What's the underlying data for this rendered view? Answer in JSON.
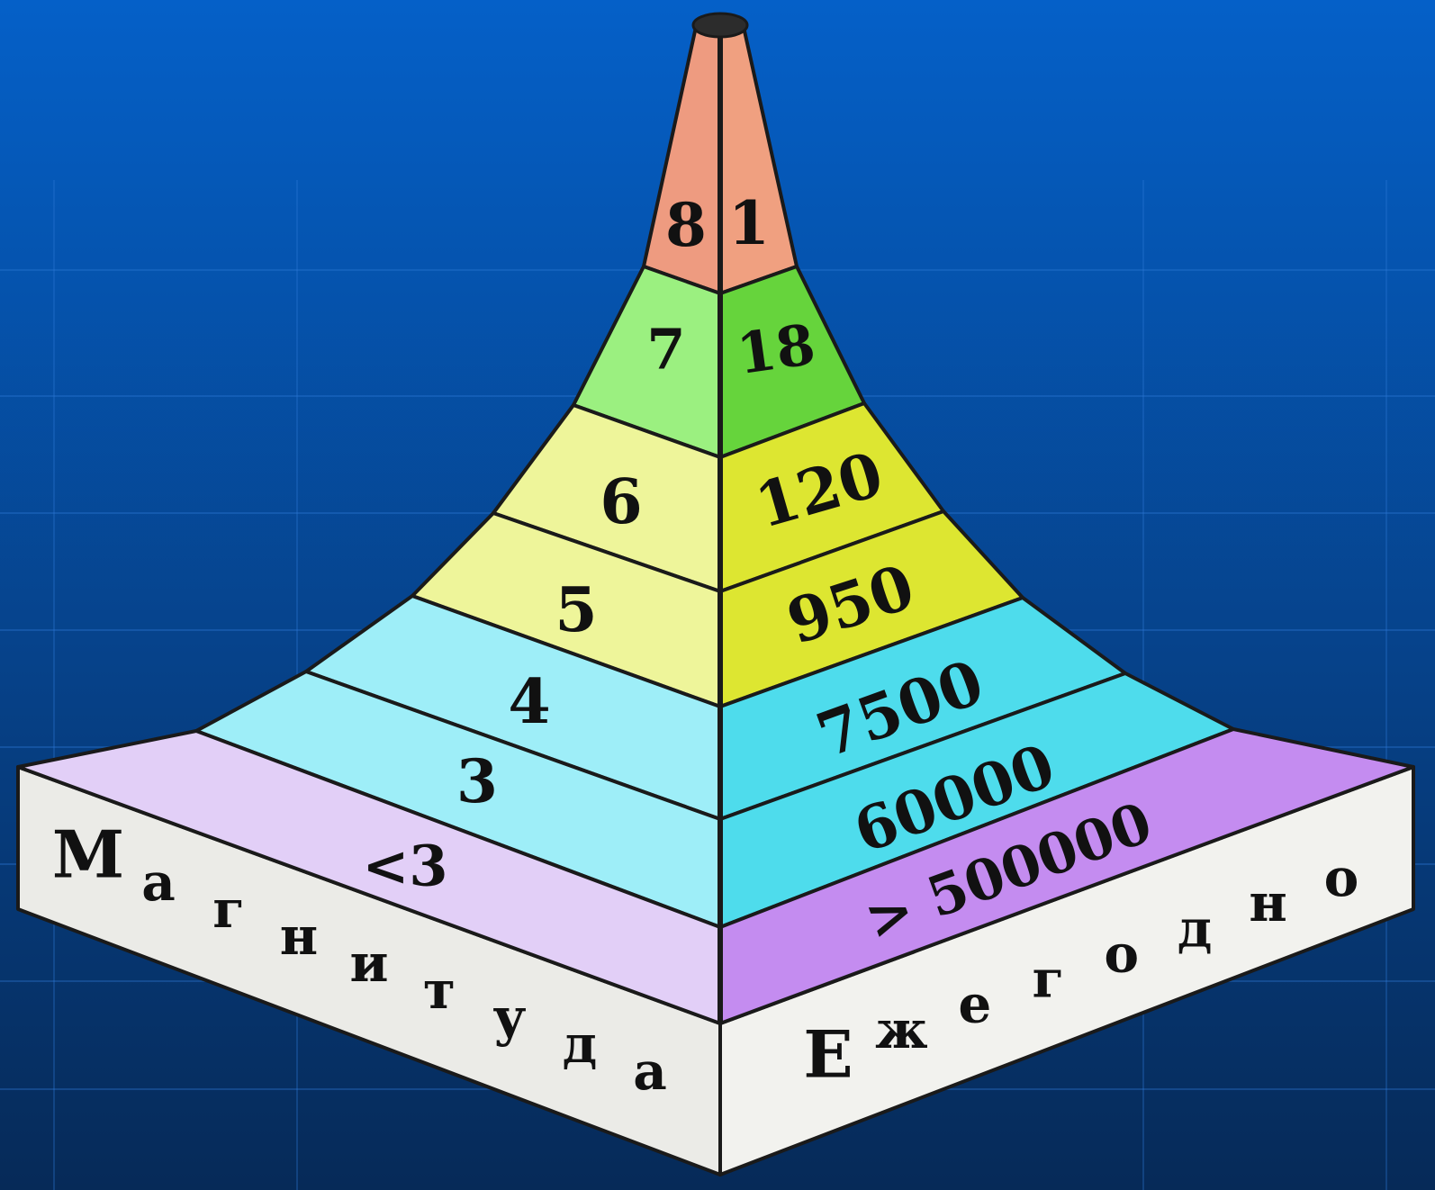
{
  "colors": {
    "background_top": "#0560c8",
    "background_bottom": "#062a58",
    "outline": "#1a1a1a",
    "tip": "#2c2c2c",
    "base_left": "#ebebe7",
    "base_right": "#f2f2ee"
  },
  "pyramid": {
    "left_header": "Магнитуда",
    "right_header": "Ежегодно",
    "levels": [
      {
        "magnitude": "8",
        "per_year": "1",
        "left_color": "#ee9b80",
        "right_color": "#f0a080"
      },
      {
        "magnitude": "7",
        "per_year": "18",
        "left_color": "#9bf080",
        "right_color": "#66d43c"
      },
      {
        "magnitude": "6",
        "per_year": "120",
        "left_color": "#eef59a",
        "right_color": "#dde631"
      },
      {
        "magnitude": "5",
        "per_year": "950",
        "left_color": "#eef59a",
        "right_color": "#dde631"
      },
      {
        "magnitude": "4",
        "per_year": "7500",
        "left_color": "#9eeef8",
        "right_color": "#4edcec"
      },
      {
        "magnitude": "3",
        "per_year": "60000",
        "left_color": "#9eeef8",
        "right_color": "#4edcec"
      },
      {
        "magnitude": "<3",
        "per_year": "> 500000",
        "left_color": "#e2cff7",
        "right_color": "#c48cf0"
      }
    ]
  }
}
